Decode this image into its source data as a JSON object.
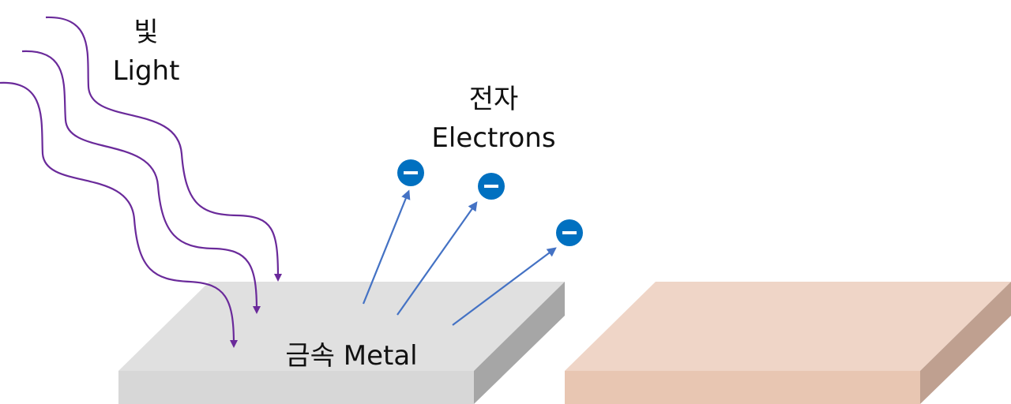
{
  "labels": {
    "light_ko": "빛",
    "light_en": "Light",
    "electrons_ko": "전자",
    "electrons_en": "Electrons",
    "metal": "금속 Metal"
  },
  "electron_symbol": "−",
  "colors": {
    "light_wave": "#6a2a9a",
    "electron_arrow": "#4472c4",
    "electron_fill": "#0070c0",
    "metal_top": "#e0e0e0",
    "metal_front": "#d7d7d7",
    "metal_side": "#a6a6a6",
    "copper_top": "#efd5c7",
    "copper_front": "#e8c6b2",
    "copper_side": "#bfa090"
  },
  "icons": {
    "light_wave": "wavy-arrow-icon",
    "electron": "electron-minus-icon"
  }
}
